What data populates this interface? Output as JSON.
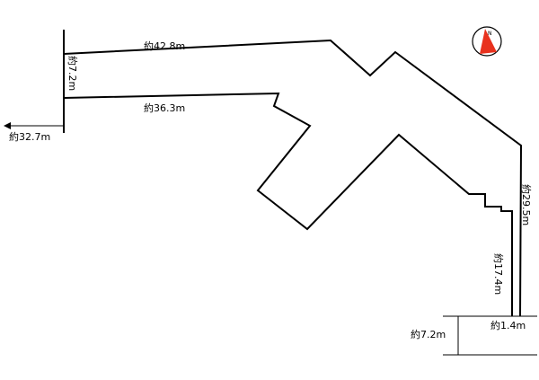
{
  "dimensions": {
    "top_frontage": "約42.8m",
    "left_width": "約7.2m",
    "inner_edge": "約36.3m",
    "west_distance": "約32.7m",
    "right_side": "約29.5m",
    "lower_side": "約17.4m",
    "bottom_width": "約1.4m",
    "bottom_road": "約7.2m"
  },
  "compass": {
    "label": "N",
    "icon": "north-arrow-icon"
  },
  "colors": {
    "line": "#000000",
    "compass_fill": "#e8321e",
    "background": "#ffffff"
  }
}
